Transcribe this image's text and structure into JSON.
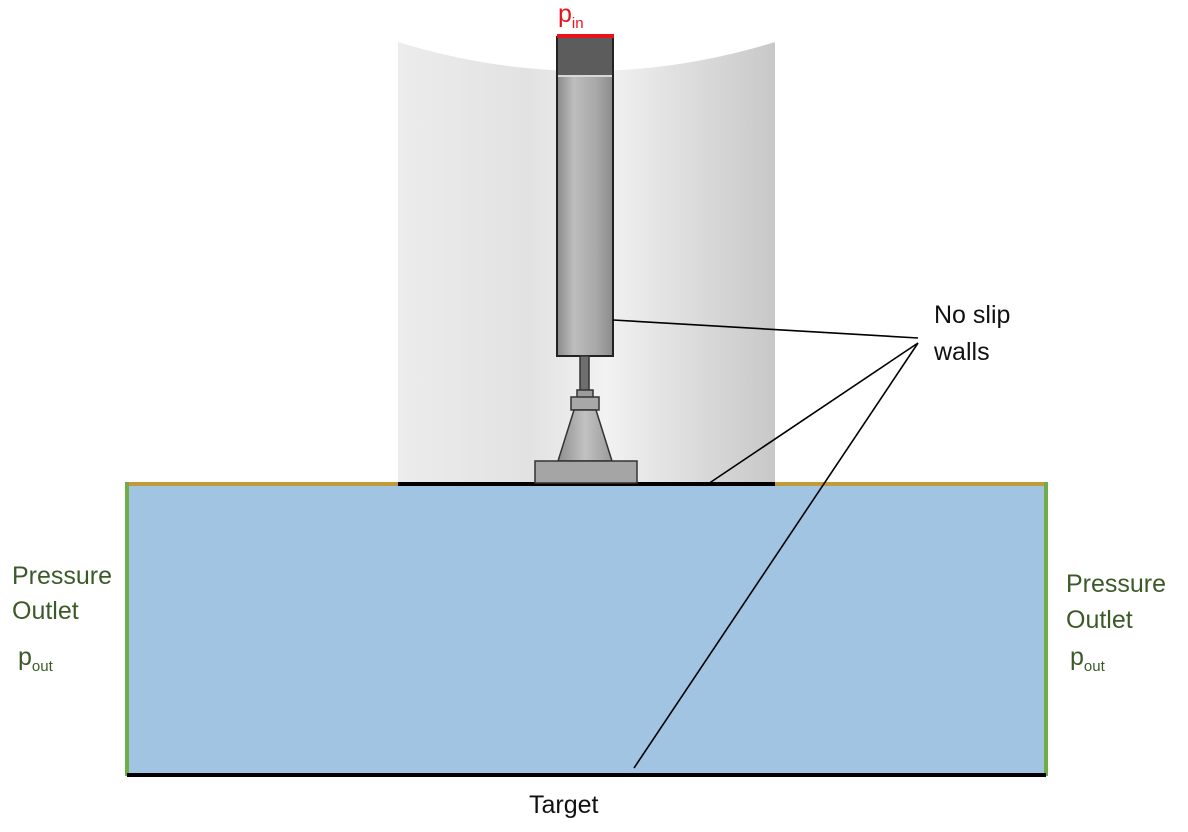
{
  "labels": {
    "inlet_p": "p",
    "inlet_sub": "in",
    "no_slip_line1": "No slip",
    "no_slip_line2": "walls",
    "left_outlet_line1": "Pressure",
    "left_outlet_line2": "Outlet",
    "left_outlet_p": "p",
    "left_outlet_sub": "out",
    "right_outlet_line1": "Pressure",
    "right_outlet_line2": "Outlet",
    "right_outlet_p": "p",
    "right_outlet_sub": "out",
    "target": "Target"
  },
  "colors": {
    "inlet": "#e8121c",
    "fluid_domain": "#a0c4e2",
    "pressure_outlet_wall": "#70ad47",
    "top_outlet_edge": "#c19a3a",
    "text_green": "#3c5a28",
    "wall_line": "#000000"
  }
}
